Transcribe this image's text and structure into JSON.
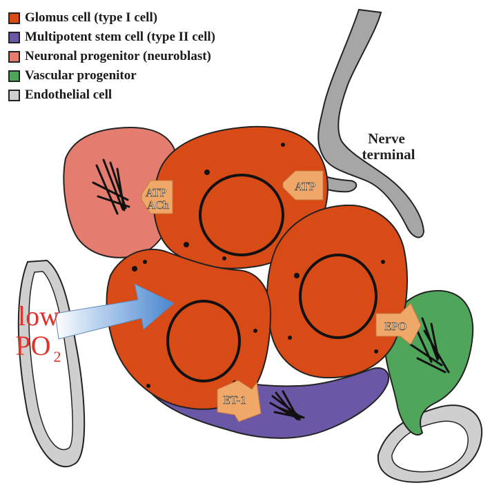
{
  "legend": [
    {
      "label": "Glomus cell (type I cell)",
      "color": "#d84a16"
    },
    {
      "label": "Multipotent stem cell (type II cell)",
      "color": "#6a57a6"
    },
    {
      "label": "Neuronal progenitor (neuroblast)",
      "color": "#e47d6f"
    },
    {
      "label": "Vascular progenitor",
      "color": "#4fa65a"
    },
    {
      "label": "Endothelial cell",
      "color": "#cfcfcf"
    }
  ],
  "labels": {
    "nerve_line1": "Nerve",
    "nerve_line2": "terminal",
    "atp_ach_line1": "ATP",
    "atp_ach_line2": "ACh",
    "atp": "ATP",
    "epo": "EPO",
    "et1": "ET-1",
    "low": "low",
    "po": "PO",
    "po_sub": "2"
  },
  "colors": {
    "glomus": "#d84a16",
    "stem": "#6a57a6",
    "neuro": "#e47d6f",
    "vascular": "#4fa65a",
    "endothelial": "#cfcfcf",
    "arrow_orange": "#f0a868",
    "lowpo2_red": "#e0322a"
  }
}
